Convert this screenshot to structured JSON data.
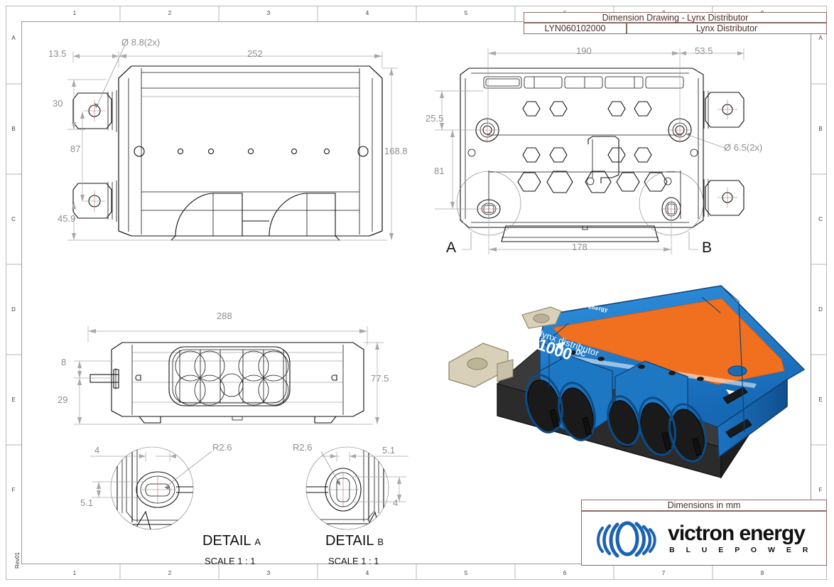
{
  "sheet": {
    "zones_top": [
      "1",
      "2",
      "3",
      "4",
      "5",
      "6",
      "7",
      "8"
    ],
    "zones_side": [
      "A",
      "B",
      "C",
      "D",
      "E",
      "F"
    ],
    "revision": "Rev01"
  },
  "title_block": {
    "drawing_title": "Dimension Drawing - Lynx Distributor",
    "part_number": "LYN060102000",
    "part_name": "Lynx Distributor"
  },
  "notes_block": {
    "units_note": "Dimensions in mm"
  },
  "logo": {
    "brand": "victron energy",
    "tagline": "B L U E   P O W E R",
    "brand_color": "#1b63b0"
  },
  "views": {
    "front": {
      "name": "front-view",
      "dims": {
        "width_overall": "252",
        "height_overall": "168.8",
        "bracket_offset": "13.5",
        "bracket_hole_top": "30",
        "hole_spacing": "87",
        "bracket_hole_bottom": "45.9",
        "hole_dia_note": "Ø 8.8(2x)"
      }
    },
    "top": {
      "name": "top-view",
      "dims": {
        "width_inner": "190",
        "bracket_extent": "53.5",
        "hole_top_offset": "25.5",
        "hole_vertical_spacing": "81",
        "width_base": "178",
        "hole_dia_note": "Ø 6.5(2x)"
      },
      "callouts": [
        "A",
        "B"
      ]
    },
    "side": {
      "name": "side-view",
      "dims": {
        "length_overall": "288",
        "height_overall": "77.5",
        "stud_top": "8",
        "stud_bottom": "29"
      }
    },
    "detail_a": {
      "title": "DETAIL",
      "letter": "A",
      "scale": "SCALE 1 : 1",
      "dims": {
        "slot_width": "4",
        "slot_height": "5.1",
        "radius": "R2.6"
      }
    },
    "detail_b": {
      "title": "DETAIL",
      "letter": "B",
      "scale": "SCALE 1 : 1",
      "dims": {
        "slot_width": "5.1",
        "slot_height": "4",
        "radius": "R2.6"
      }
    }
  },
  "product_render": {
    "name": "lynx-distributor-3d-render",
    "brand_label": "victron energy",
    "model_label": "lynx distributor",
    "rating_label": "1000",
    "type_label": "DC",
    "body_color": "#1f7fd0",
    "stripe_color": "#f07020",
    "base_color": "#2b2b2b",
    "terminal_color": "#d8d0b8"
  }
}
